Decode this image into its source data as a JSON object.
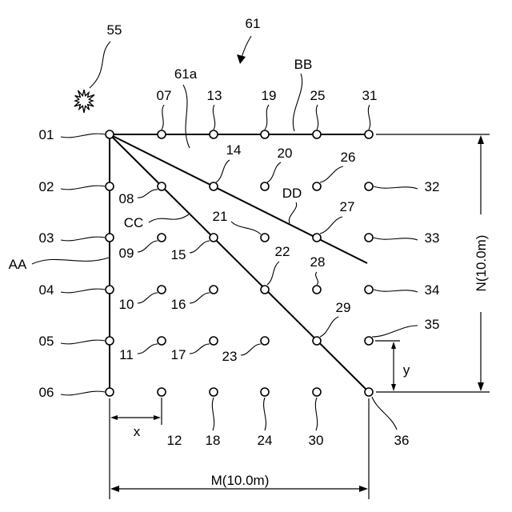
{
  "labels": {
    "figure_ref": "61",
    "region": "61a",
    "starburst": "55",
    "line_aa": "AA",
    "line_bb": "BB",
    "line_cc": "CC",
    "line_dd": "DD"
  },
  "dimensions": {
    "width": "M(10.0m)",
    "height": "N(10.0m)",
    "x_pitch": "x",
    "y_pitch": "y"
  },
  "nodes": [
    "01",
    "02",
    "03",
    "04",
    "05",
    "06",
    "07",
    "08",
    "09",
    "10",
    "11",
    "12",
    "13",
    "14",
    "15",
    "16",
    "17",
    "18",
    "19",
    "20",
    "21",
    "22",
    "23",
    "24",
    "25",
    "26",
    "27",
    "28",
    "29",
    "30",
    "31",
    "32",
    "33",
    "34",
    "35",
    "36"
  ]
}
